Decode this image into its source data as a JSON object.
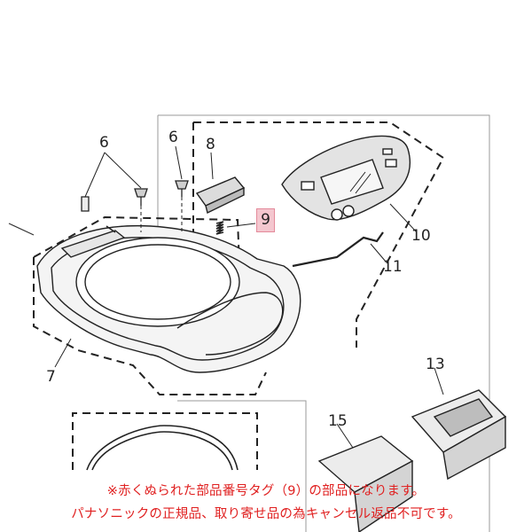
{
  "part_labels": {
    "l6a": "6",
    "l6b": "6",
    "l7": "7",
    "l8": "8",
    "l9": "9",
    "l10": "10",
    "l11": "11",
    "l13": "13",
    "l15": "15"
  },
  "notes": {
    "line1": "※赤くぬられた部品番号タグ（9）の部品になります。",
    "line2": "パナソニックの正規品、取り寄せ品の為キャンセル返品不可です。"
  },
  "colors": {
    "highlight": "#f4c7cf",
    "note_text": "#e02020",
    "line": "#222222"
  }
}
